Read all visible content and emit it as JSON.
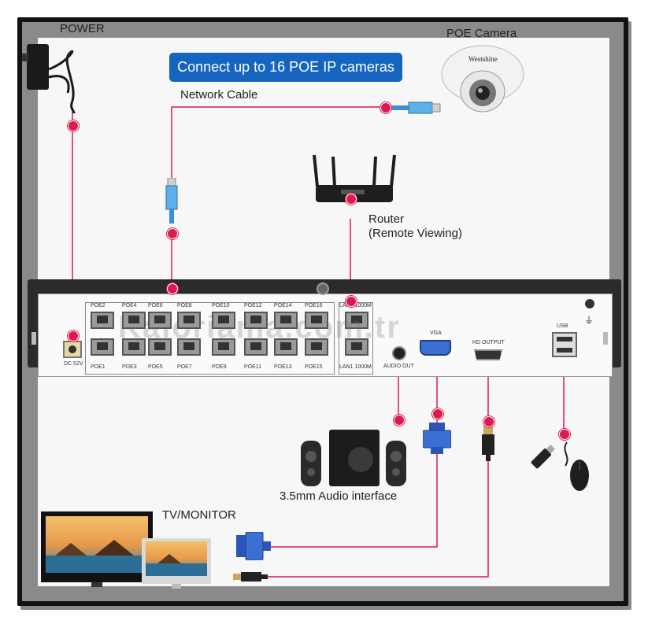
{
  "header": {
    "banner": "Connect up to 16 POE IP cameras"
  },
  "labels": {
    "power": "POWER",
    "camera": "POE Camera",
    "camera_brand": "Westshine",
    "network_cable": "Network Cable",
    "router_line1": "Router",
    "router_line2": "(Remote Viewing)",
    "audio": "3.5mm Audio interface",
    "tv": "TV/MONITOR",
    "watermark": "Kaloriama.com.tr"
  },
  "nvr": {
    "dc": "DC 52V",
    "top_ports": [
      "POE2",
      "POE4",
      "POE6",
      "POE8",
      "POE10",
      "POE12",
      "POE14",
      "POE16"
    ],
    "bottom_ports": [
      "POE1",
      "POE3",
      "POE5",
      "POE7",
      "POE9",
      "POE11",
      "POE13",
      "POE15"
    ],
    "lan_top": "LAN2 1000M",
    "lan_bottom": "LAN1 1000M",
    "audio_out": "AUDIO OUT",
    "vga": "VGA",
    "hdmi": "HD OUTPUT",
    "usb": "USB"
  },
  "colors": {
    "connector": "#d81b50",
    "banner": "#1565c0",
    "frame": "#111111"
  }
}
